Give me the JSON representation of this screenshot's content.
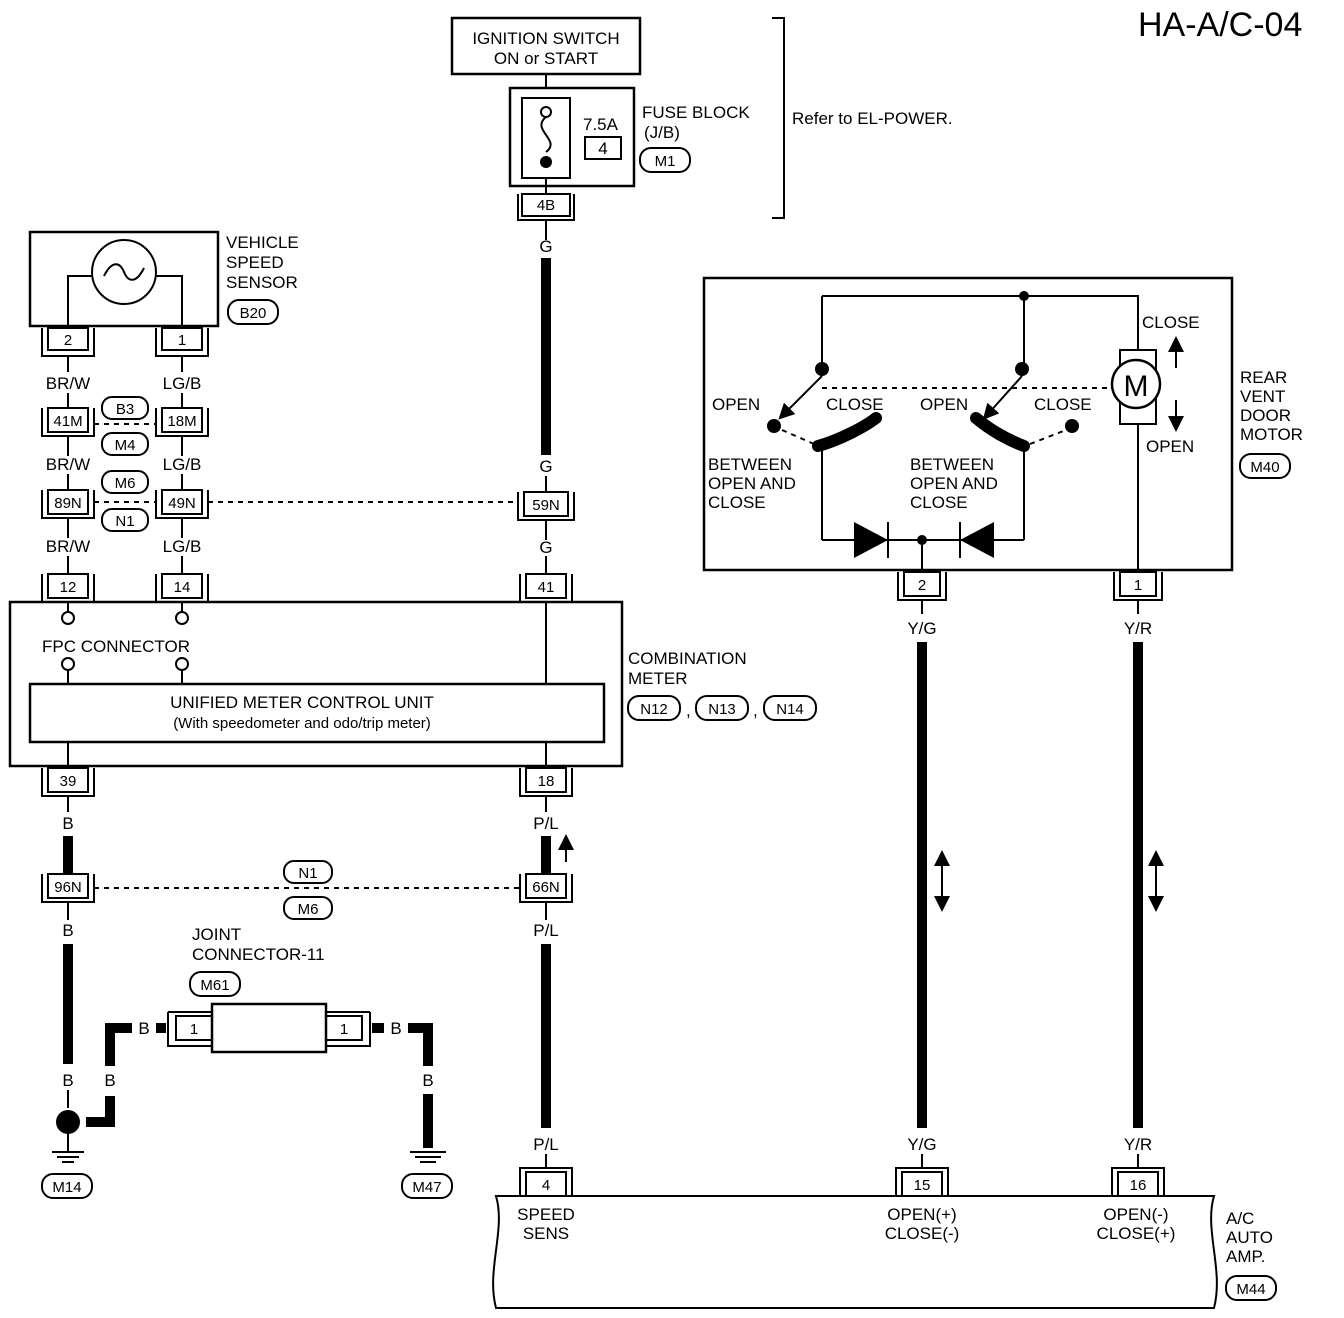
{
  "page": {
    "code": "HA-A/C-04"
  },
  "ignition": {
    "line1": "IGNITION SWITCH",
    "line2": "ON or START"
  },
  "fuse": {
    "rating": "7.5A",
    "number": "4",
    "label1": "FUSE BLOCK",
    "label2": "(J/B)",
    "connector": "M1",
    "terminal": "4B",
    "refer": "Refer to EL-POWER."
  },
  "vss": {
    "line1": "VEHICLE",
    "line2": "SPEED",
    "line3": "SENSOR",
    "connector": "B20",
    "pin_a": "2",
    "pin_b": "1"
  },
  "wires": {
    "brw": "BR/W",
    "lgb": "LG/B",
    "g": "G",
    "b": "B",
    "pl": "P/L",
    "yg": "Y/G",
    "yr": "Y/R"
  },
  "connectors": {
    "c41m": "41M",
    "c18m": "18M",
    "b3": "B3",
    "m4": "M4",
    "c89n": "89N",
    "c49n": "49N",
    "m6": "M6",
    "n1": "N1",
    "c59n": "59N",
    "c96n": "96N",
    "c66n": "66N"
  },
  "meter": {
    "pin12": "12",
    "pin14": "14",
    "pin41": "41",
    "pin39": "39",
    "pin18": "18",
    "fpc": "FPC CONNECTOR",
    "unit1": "UNIFIED METER CONTROL UNIT",
    "unit2": "(With speedometer and odo/trip meter)",
    "label1": "COMBINATION",
    "label2": "METER",
    "conn1": "N12",
    "conn2": "N13",
    "conn3": "N14",
    "sep": ","
  },
  "motor": {
    "label1": "REAR",
    "label2": "VENT",
    "label3": "DOOR",
    "label4": "MOTOR",
    "connector": "M40",
    "m": "M",
    "close": "CLOSE",
    "open": "OPEN",
    "between1": "BETWEEN",
    "between2": "OPEN AND",
    "between3": "CLOSE",
    "pin2": "2",
    "pin1": "1"
  },
  "joint": {
    "label1": "JOINT",
    "label2": "CONNECTOR-11",
    "connector": "M61",
    "pin": "1"
  },
  "grounds": {
    "g1": "M14",
    "g2": "M47"
  },
  "amp": {
    "pin4": "4",
    "pin15": "15",
    "pin16": "16",
    "speed1": "SPEED",
    "speed2": "SENS",
    "oc1a": "OPEN(+)",
    "oc1b": "CLOSE(-)",
    "oc2a": "OPEN(-)",
    "oc2b": "CLOSE(+)",
    "label1": "A/C",
    "label2": "AUTO",
    "label3": "AMP.",
    "connector": "M44"
  }
}
